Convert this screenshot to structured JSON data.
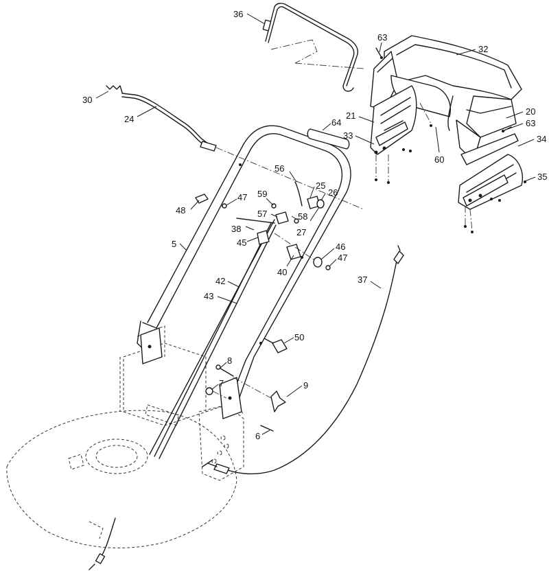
{
  "callouts": [
    {
      "id": "callout-36",
      "text": "36"
    },
    {
      "id": "callout-63-top",
      "text": "63"
    },
    {
      "id": "callout-32",
      "text": "32"
    },
    {
      "id": "callout-30",
      "text": "30"
    },
    {
      "id": "callout-24",
      "text": "24"
    },
    {
      "id": "callout-64",
      "text": "64"
    },
    {
      "id": "callout-21",
      "text": "21"
    },
    {
      "id": "callout-33",
      "text": "33"
    },
    {
      "id": "callout-20",
      "text": "20"
    },
    {
      "id": "callout-63-right",
      "text": "63"
    },
    {
      "id": "callout-34",
      "text": "34"
    },
    {
      "id": "callout-60",
      "text": "60"
    },
    {
      "id": "callout-35",
      "text": "35"
    },
    {
      "id": "callout-56",
      "text": "56"
    },
    {
      "id": "callout-25",
      "text": "25"
    },
    {
      "id": "callout-26",
      "text": "26"
    },
    {
      "id": "callout-59",
      "text": "59"
    },
    {
      "id": "callout-47-upper",
      "text": "47"
    },
    {
      "id": "callout-48",
      "text": "48"
    },
    {
      "id": "callout-57",
      "text": "57"
    },
    {
      "id": "callout-58",
      "text": "58"
    },
    {
      "id": "callout-27",
      "text": "27"
    },
    {
      "id": "callout-38",
      "text": "38"
    },
    {
      "id": "callout-45",
      "text": "45"
    },
    {
      "id": "callout-5",
      "text": "5"
    },
    {
      "id": "callout-46",
      "text": "46"
    },
    {
      "id": "callout-47-lower",
      "text": "47"
    },
    {
      "id": "callout-40",
      "text": "40"
    },
    {
      "id": "callout-37",
      "text": "37"
    },
    {
      "id": "callout-42",
      "text": "42"
    },
    {
      "id": "callout-43",
      "text": "43"
    },
    {
      "id": "callout-50",
      "text": "50"
    },
    {
      "id": "callout-8",
      "text": "8"
    },
    {
      "id": "callout-7",
      "text": "7"
    },
    {
      "id": "callout-9",
      "text": "9"
    },
    {
      "id": "callout-6",
      "text": "6"
    }
  ]
}
